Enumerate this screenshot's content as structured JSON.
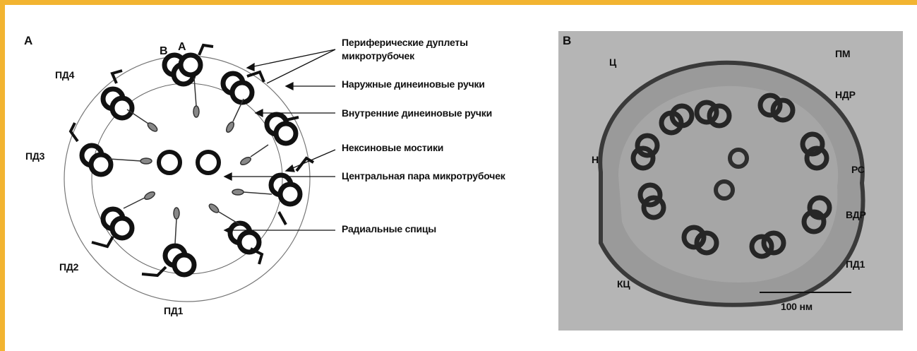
{
  "panel_a": {
    "letter": "А",
    "labels": {
      "pd1": "ПД1",
      "pd2": "ПД2",
      "pd3": "ПД3",
      "pd4": "ПД4",
      "sub_b": "В",
      "sub_a": "А"
    },
    "callouts": [
      "Периферические дуплеты",
      "микротрубочек",
      "Наружные динеиновые ручки",
      "Внутренние динеиновые ручки",
      "Нексиновые мостики",
      "Центральная пара микротрубочек",
      "Радиальные спицы"
    ]
  },
  "panel_b": {
    "letter": "В",
    "labels": {
      "pm": "ПМ",
      "c": "Ц",
      "ndr": "НДР",
      "n": "Н",
      "rs": "РС",
      "vdr": "ВДР",
      "kc": "КЦ",
      "pd1": "ПД1",
      "scale": "100 нм"
    }
  },
  "colors": {
    "accent": "#f2b431",
    "ink": "#111111",
    "photo_bg": "#b5b5b5"
  }
}
